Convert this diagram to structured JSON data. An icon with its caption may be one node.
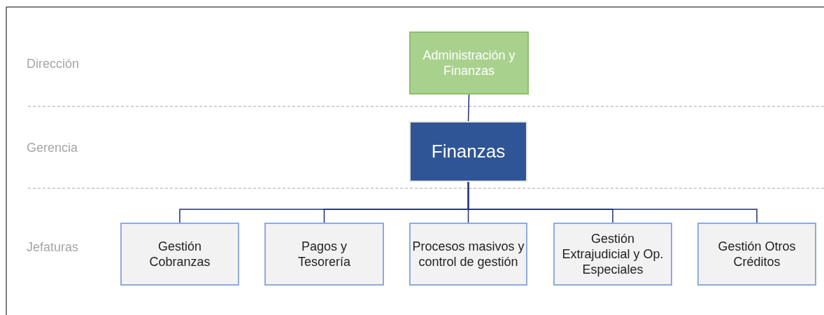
{
  "diagram": {
    "nodes": [
      {
        "text": [
          "Administración y Finanzas"
        ]
      },
      {
        "text": [
          "Finanzas"
        ]
      },
      {
        "text": [
          "Gestión Cobranzas"
        ]
      },
      {
        "text": [
          "Pagos y Tesorería"
        ]
      },
      {
        "text": [
          "Procesos masivos y control de gestión"
        ]
      },
      {
        "text": [
          "Gestión Extrajudicial y Op. Especiales"
        ]
      },
      {
        "text": [
          "Gestión Otros Créditos"
        ]
      }
    ],
    "edges": [
      {
        "from": 0,
        "to": 1,
        "arrow": "none"
      },
      {
        "from": 1,
        "to": 2,
        "arrow": "none"
      },
      {
        "from": 1,
        "to": 3,
        "arrow": "none"
      },
      {
        "from": 1,
        "to": 4,
        "arrow": "none"
      },
      {
        "from": 1,
        "to": 5,
        "arrow": "none"
      },
      {
        "from": 1,
        "to": 6,
        "arrow": "none"
      }
    ],
    "labels": [
      "Dirección",
      "Gerencia",
      "Jefaturas"
    ]
  }
}
